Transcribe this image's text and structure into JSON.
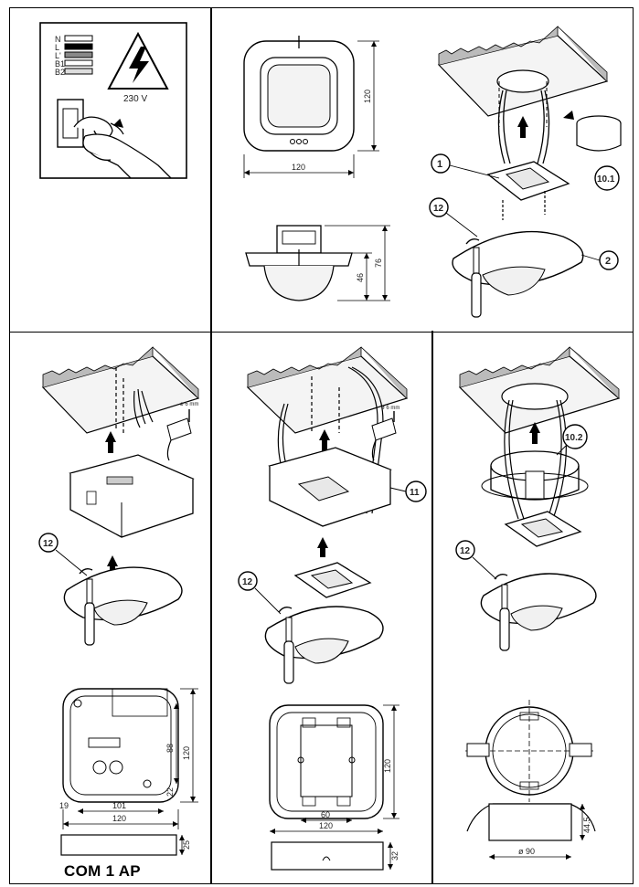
{
  "panel1": {
    "wires": [
      "N",
      "L",
      "L'",
      "B1",
      "B2"
    ],
    "voltage": "230 V"
  },
  "panel2": {
    "dim_width": "120",
    "dim_height": "120",
    "dim_total_height": "76",
    "dim_lower_height": "46"
  },
  "panel3": {
    "callout_1": "1",
    "callout_101": "10.1",
    "callout_12": "12",
    "callout_2": "2"
  },
  "panel4": {
    "drill_label": "ø 6 mm",
    "callout_12": "12",
    "dim_88": "88",
    "dim_120_v": "120",
    "dim_19": "19",
    "dim_101": "101",
    "dim_120_h": "120",
    "dim_22": "22",
    "dim_25": "25",
    "product_name": "COM 1 AP"
  },
  "panel5": {
    "drill_label": "ø 6 mm",
    "callout_11": "11",
    "callout_12": "12",
    "dim_120_v": "120",
    "dim_60": "60",
    "dim_120_h": "120",
    "dim_32": "32"
  },
  "panel6": {
    "callout_102": "10.2",
    "callout_12": "12",
    "dim_diameter": "ø 90",
    "dim_depth": "44.5"
  }
}
